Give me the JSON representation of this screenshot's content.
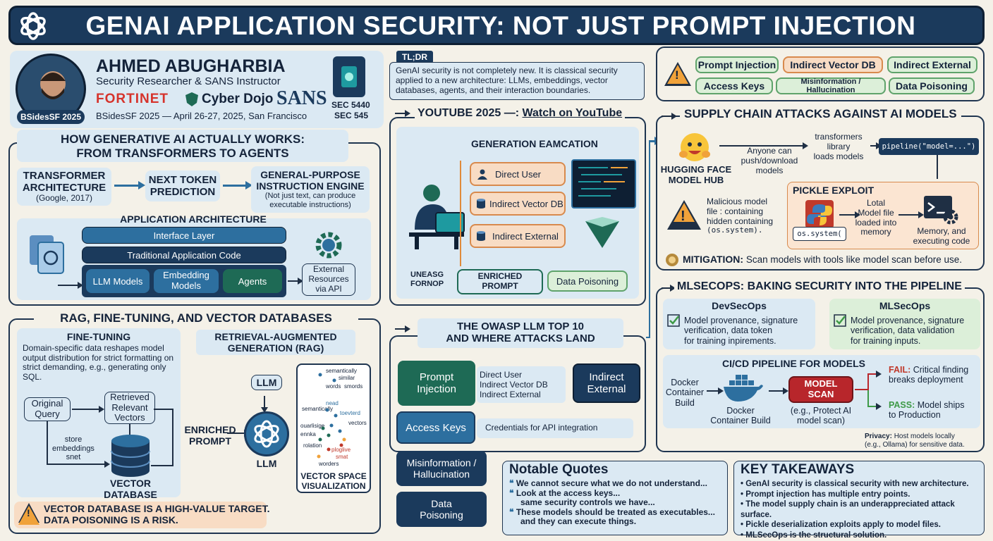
{
  "banner": {
    "title": "GENAI APPLICATION SECURITY: NOT JUST PROMPT INJECTION"
  },
  "speaker": {
    "name": "AHMED ABUGHARBIA",
    "role": "Security Researcher & SANS Instructor",
    "badge": "BSidesSF 2025",
    "event": "BSidesSF 2025 — April 26-27, 2025, San Francisco",
    "logos": [
      "FORTINET",
      "Cyber Dojo",
      "SANS"
    ],
    "courses": [
      "SEC 5440",
      "SEC 545"
    ]
  },
  "tldr": {
    "label": "TL;DR",
    "text": "GenAI security is not completely new. It is classical security applied to a new architecture: LLMs, embeddings, vector databases, agents, and their interaction boundaries."
  },
  "threat_tags": [
    "Prompt Injection",
    "Indirect Vector DB",
    "Indirect External",
    "Access Keys",
    "Misinformation / Hallucination",
    "Data Poisoning"
  ],
  "how_it_works": {
    "title_line1": "HOW GENERATIVE AI ACTUALLY WORKS:",
    "title_line2": "FROM TRANSFORMERS TO AGENTS",
    "step1_line1": "TRANSFORMER",
    "step1_line2": "ARCHITECTURE",
    "step1_sub": "(Google, 2017)",
    "step2_line1": "NEXT TOKEN",
    "step2_line2": "PREDICTION",
    "step3_line1": "GENERAL-PURPOSE",
    "step3_line2": "INSTRUCTION ENGINE",
    "step3_sub1": "(Not just text, can produce",
    "step3_sub2": "executable instructions)",
    "arch_title": "APPLICATION ARCHITECTURE",
    "interface_layer": "Interface Layer",
    "traditional_code": "Traditional Application Code",
    "llm_models": "LLM Models",
    "embedding_models_1": "Embedding",
    "embedding_models_2": "Models",
    "agents": "Agents",
    "external_1": "External",
    "external_2": "Resources",
    "external_3": "via API"
  },
  "rag": {
    "title": "RAG, FINE-TUNING, AND VECTOR DATABASES",
    "ft_title": "FINE-TUNING",
    "ft_text": "Domain-specific data reshapes model output distribution for strict formatting on strict demanding, e.g., generating only SQL.",
    "original_query_1": "Original",
    "original_query_2": "Query",
    "retrieved_1": "Retrieved",
    "retrieved_2": "Relevant",
    "retrieved_3": "Vectors",
    "store_1": "store",
    "store_2": "embeddings",
    "store_3": "snet",
    "vdb_1": "VECTOR",
    "vdb_2": "DATABASE",
    "enriched_1": "ENRICHED",
    "enriched_2": "PROMPT",
    "rag_title_1": "RETRIEVAL-AUGMENTED",
    "rag_title_2": "GENERATION (RAG)",
    "llm_box": "LLM",
    "llm_label": "LLM",
    "vsv_1": "VECTOR SPACE",
    "vsv_2": "VISUALIZATION",
    "vs_words": [
      "semantically",
      "similar",
      "words",
      "smords",
      "nead",
      "semantically",
      "toevterd",
      "vectors",
      "ouarlisige",
      "ennka",
      "rolation",
      "ploglive",
      "smat",
      "worders"
    ],
    "warning_1": "VECTOR DATABASE IS A HIGH-VALUE TARGET.",
    "warning_2": "DATA POISONING IS A RISK."
  },
  "youtube": {
    "title_prefix": "YOUTUBE 2025 —:",
    "link": "Watch on YouTube",
    "gen_title": "GENERATION EAMCATION",
    "direct_user": "Direct User",
    "indirect_vdb": "Indirect Vector DB",
    "indirect_ext": "Indirect External",
    "unesg_1": "UNEASG",
    "unesg_2": "FORNOP",
    "enriched_1": "ENRICHED",
    "enriched_2": "PROMPT",
    "data_poisoning": "Data Poisoning"
  },
  "owasp": {
    "title_1": "THE OWASP LLM TOP 10",
    "title_2": "AND WHERE ATTACKS LAND",
    "pi_1": "Prompt",
    "pi_2": "Injection",
    "pi_items": [
      "Direct User",
      "Indirect Vector DB",
      "Indirect External"
    ],
    "ie_1": "Indirect",
    "ie_2": "External",
    "ak": "Access Keys",
    "ak_text": "Credentials for API integration",
    "mh_1": "Misinformation /",
    "mh_2": "Hallucination",
    "dp_1": "Data",
    "dp_2": "Poisoning"
  },
  "quotes": {
    "title": "Notable Quotes",
    "q1": "We cannot secure what we do not understand...",
    "q2a": "Look at the access keys...",
    "q2b": "same security controls we have...",
    "q3a": "These models should be treated as executables...",
    "q3b": "and they can execute things."
  },
  "supply": {
    "title": "SUPPLY CHAIN ATTACKS AGAINST AI MODELS",
    "hub_1": "HUGGING FACE",
    "hub_2": "MODEL HUB",
    "anyone_1": "Anyone can",
    "anyone_2": "push/download",
    "anyone_3": "models",
    "tl_1": "transformers",
    "tl_2": "library",
    "tl_3": "loads models",
    "code": "pipeline(\"model=...\")",
    "mal_1": "Malicious model",
    "mal_2": "file : containing",
    "mal_3": "hidden containing",
    "mal_4": "(os.system).",
    "pickle_title": "PICKLE EXPLOIT",
    "os_system": "os.system(",
    "lotal_1": "Lotal",
    "lotal_2": "Model file",
    "lotal_3": "loaded into",
    "lotal_4": "memory",
    "mem_1": "Memory, and",
    "mem_2": "executing code",
    "mitigation_label": "MITIGATION:",
    "mitigation_text": "Scan models with tools like model scan before use."
  },
  "mlsecops": {
    "title": "MLSECOPS: BAKING SECURITY INTO THE PIPELINE",
    "devsecops": "DevSecOps",
    "dev_text_1": "Model provenance, signature",
    "dev_text_2": "verification, data token",
    "dev_text_3": "for training inpirements.",
    "mlsecops": "MLSecOps",
    "ml_text_1": "Model provenance, signature",
    "ml_text_2": "verification, data validation",
    "ml_text_3": "for training inputs.",
    "cicd_title": "CI/CD PIPELINE FOR MODELS",
    "dcb_1": "Docker",
    "dcb_2": "Container",
    "dcb_3": "Build",
    "dcb2_1": "Docker",
    "dcb2_2": "Container Build",
    "scan_1": "MODEL",
    "scan_2": "SCAN",
    "scan_sub_1": "(e.g., Protect AI",
    "scan_sub_2": "model scan)",
    "fail_label": "FAIL:",
    "fail_text_1": "Critical finding",
    "fail_text_2": "breaks deployment",
    "pass_label": "PASS:",
    "pass_text_1": "Model ships",
    "pass_text_2": "to Production",
    "privacy_label": "Privacy:",
    "privacy_text_1": "Host models locally",
    "privacy_text_2": "(e.g., Ollama) for sensitive data."
  },
  "takeaways": {
    "title": "KEY TAKEAWAYS",
    "items": [
      "GenAI security is classical security with new architecture.",
      "Prompt injection has multiple entry points.",
      "The model supply chain is an underappreciated attack surface.",
      "Pickle deserialization exploits apply to model files.",
      "MLSecOps is the structural solution."
    ]
  },
  "colors": {
    "navy": "#1b3a5c",
    "green": "#1e6a55",
    "accent": "#2d6f9f",
    "warning": "#f0a23a",
    "fail": "#c0392b",
    "pass": "#3e9a47"
  }
}
